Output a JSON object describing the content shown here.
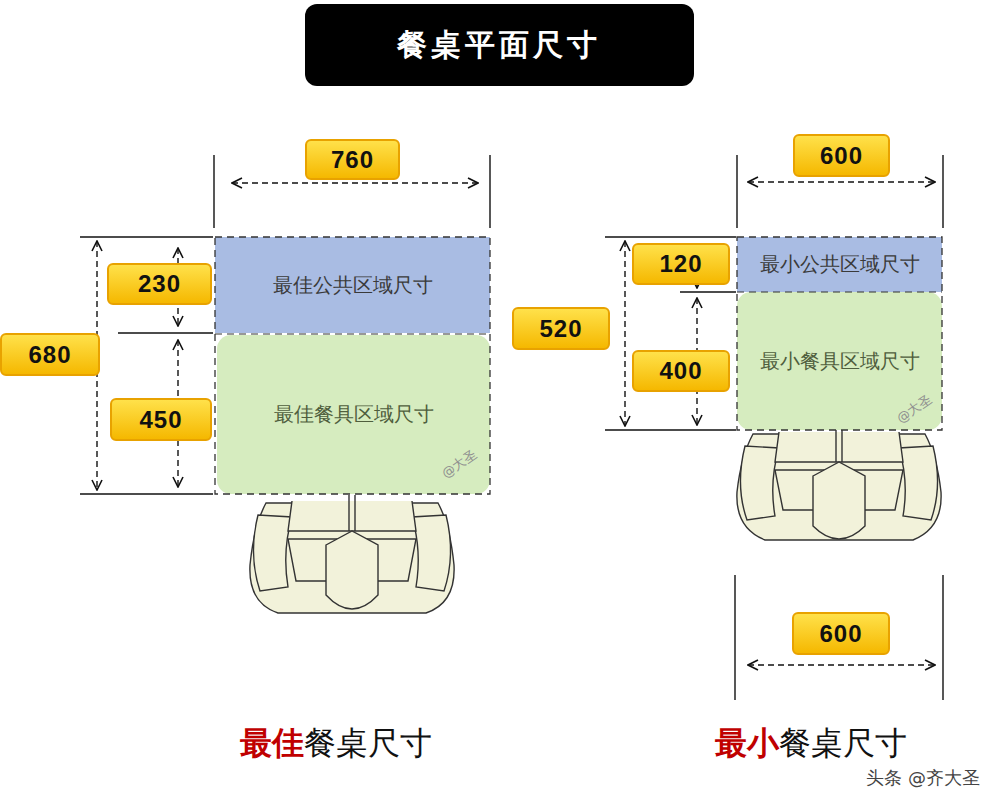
{
  "diagram": {
    "title": "餐桌平面尺寸",
    "nodes": [
      {
        "text": [
          "最佳公共区域尺寸"
        ]
      },
      {
        "text": [
          "最佳餐具区域尺寸"
        ]
      },
      {
        "text": [
          "最小公共区域尺寸"
        ]
      },
      {
        "text": [
          "最小餐具区域尺寸"
        ]
      }
    ],
    "labels": [
      "760",
      "230",
      "680",
      "450",
      "600",
      "120",
      "520",
      "400",
      "600",
      "最佳",
      "餐桌尺寸",
      "最小",
      "餐桌尺寸",
      "@大圣",
      "@大圣",
      "头条 @齐大圣"
    ]
  }
}
